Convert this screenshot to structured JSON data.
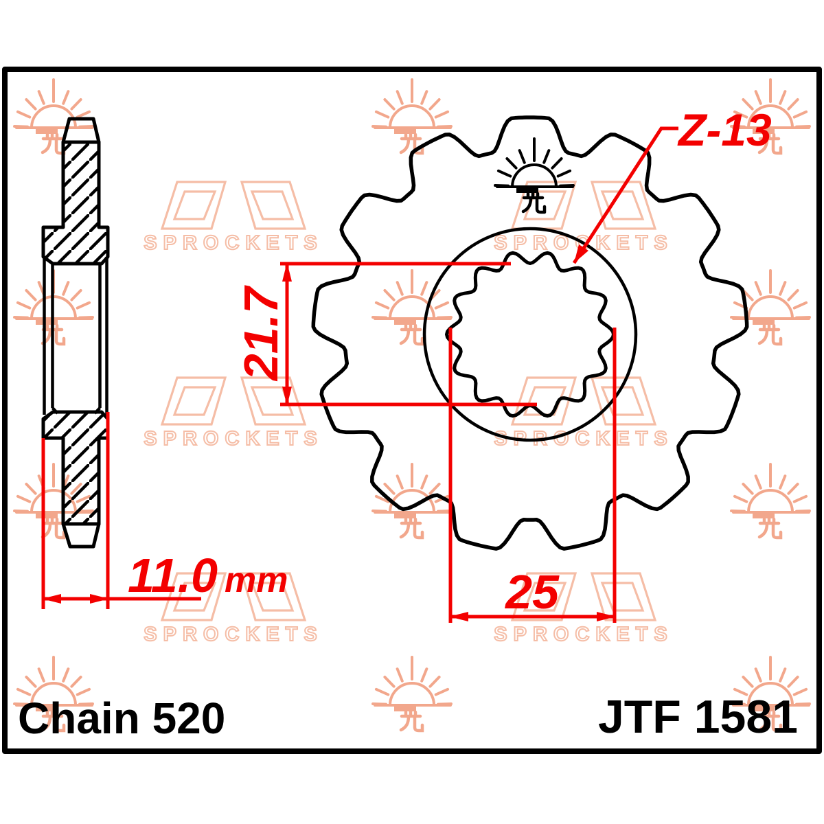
{
  "product": {
    "chain_label": "Chain 520",
    "part_number": "JTF 1581"
  },
  "dimensions": {
    "spline_minor_diameter": "21.7",
    "spline_major_diameter": "25",
    "hub_width_value": "11.0",
    "hub_width_unit": "mm",
    "teeth_count_label": "Z-13"
  },
  "watermark": {
    "brand_sub": "SPROCKETS",
    "sun_icon": "jt-rising-sun-icon",
    "logo_icon": "jt-sprockets-logo-icon"
  },
  "figure": {
    "teeth_count": 13,
    "spline_count": 14
  },
  "colors": {
    "dimension_red": "#f30000",
    "watermark_sun": "#f2a78c",
    "watermark_logo": "#f5bda6",
    "line_black": "#000000"
  }
}
